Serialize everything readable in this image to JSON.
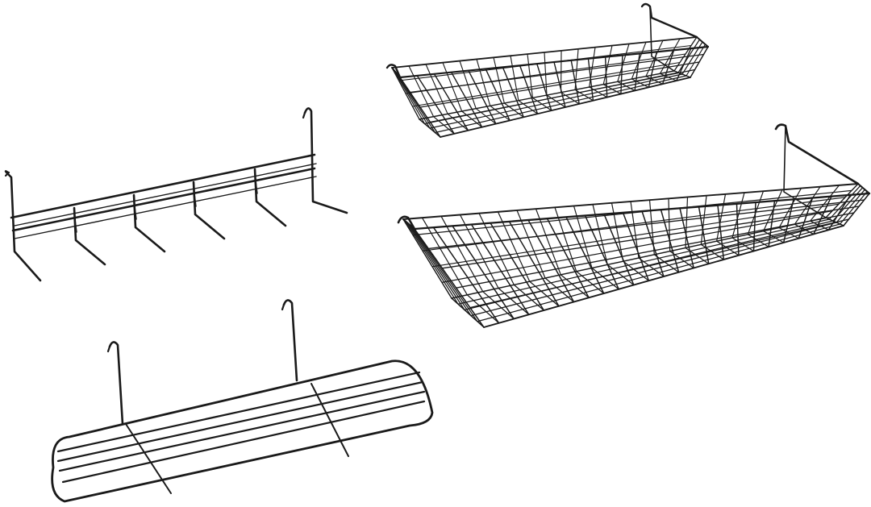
{
  "image": {
    "background": "#ffffff",
    "wire_color": "#1a1a1a",
    "items": [
      {
        "kind": "hook-rail"
      },
      {
        "kind": "small-basket"
      },
      {
        "kind": "large-basket"
      },
      {
        "kind": "flat-shelf"
      }
    ]
  }
}
